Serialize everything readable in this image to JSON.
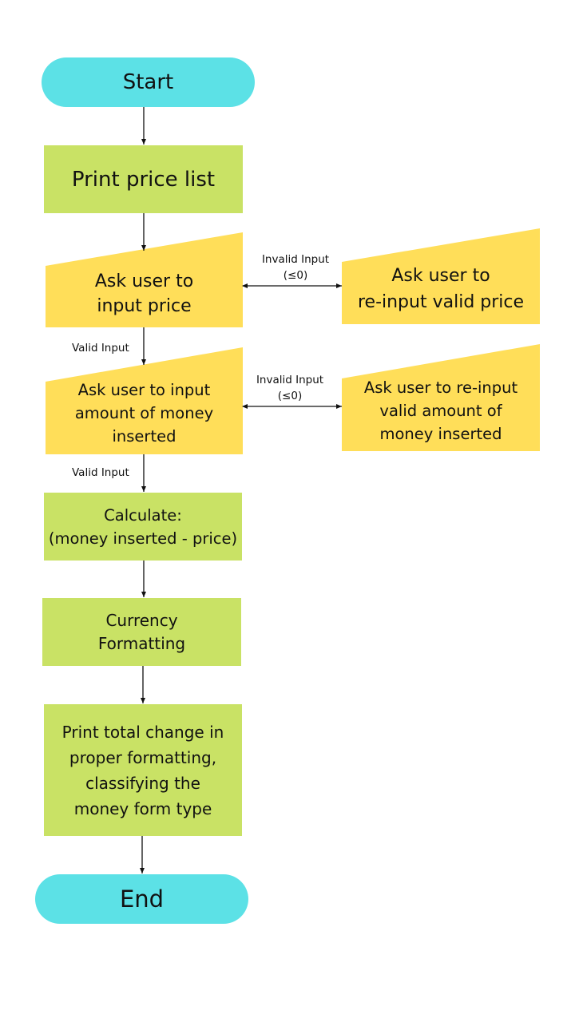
{
  "colors": {
    "terminal": "#5ce1e6",
    "process": "#c9e265",
    "input": "#ffde59",
    "line": "#111111",
    "text": "#111111"
  },
  "nodes": {
    "start": {
      "label": "Start",
      "shape": "terminal"
    },
    "print_price_list": {
      "label": "Print price list",
      "shape": "process"
    },
    "ask_price": {
      "label": "Ask user to\ninput price",
      "shape": "manual-input"
    },
    "reask_price": {
      "label": "Ask user to\nre-input valid price",
      "shape": "manual-input"
    },
    "ask_money": {
      "label": "Ask user to input\namount of money\ninserted",
      "shape": "manual-input"
    },
    "reask_money": {
      "label": "Ask user to re-input\nvalid amount of\nmoney inserted",
      "shape": "manual-input"
    },
    "calculate": {
      "label": "Calculate:\n(money inserted - price)",
      "shape": "process"
    },
    "currency_formatting": {
      "label": "Currency\nFormatting",
      "shape": "process"
    },
    "print_change": {
      "label": "Print total change in\nproper formatting,\nclassifying the\nmoney form type",
      "shape": "process"
    },
    "end": {
      "label": "End",
      "shape": "terminal"
    }
  },
  "edge_labels": {
    "invalid_price": "Invalid Input\n(≤0)",
    "valid_price": "Valid Input",
    "invalid_money": "Invalid Input\n(≤0)",
    "valid_money": "Valid Input"
  }
}
